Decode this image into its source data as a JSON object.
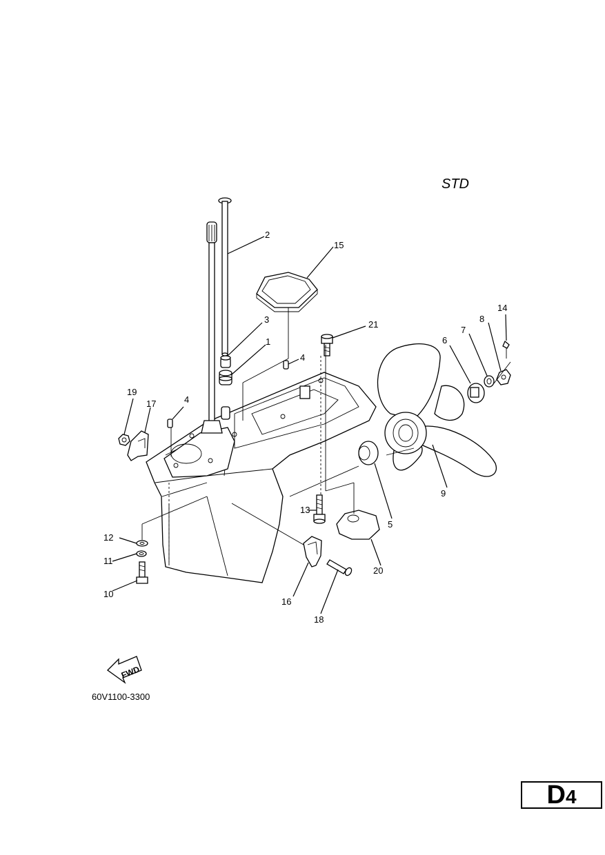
{
  "variant_label": "STD",
  "diagram_code": "60V1100-3300",
  "fwd_label": "FWD",
  "page_tag": {
    "letter": "D",
    "number": "4"
  },
  "callouts": [
    "1",
    "2",
    "3",
    "4",
    "4",
    "5",
    "6",
    "7",
    "8",
    "9",
    "10",
    "11",
    "12",
    "13",
    "14",
    "15",
    "16",
    "17",
    "18",
    "19",
    "20",
    "21"
  ]
}
